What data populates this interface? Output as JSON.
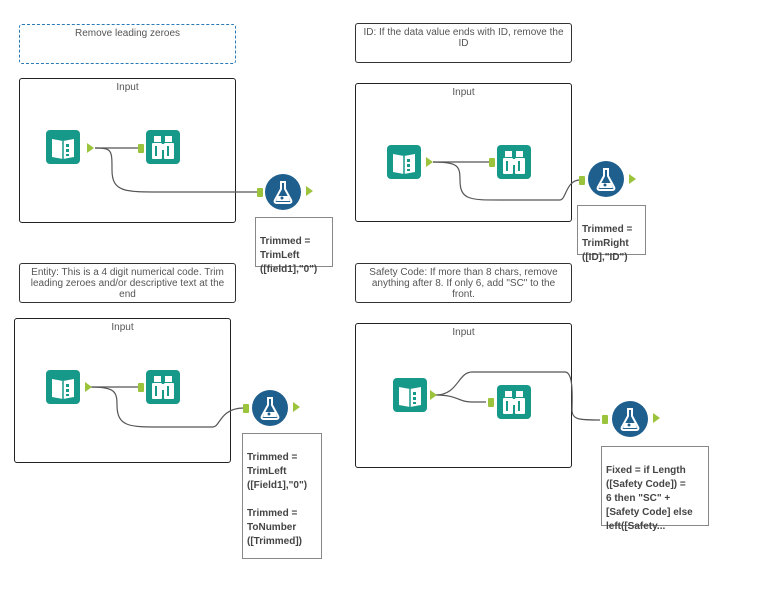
{
  "comments": [
    {
      "text": "Remove leading zeroes"
    },
    {
      "text": "ID: If the data value ends with ID, remove the ID"
    },
    {
      "text": "Entity: This is a 4 digit numerical code. Trim leading zeroes and/or descriptive text at the end"
    },
    {
      "text": "Safety Code: If more than 8 chars, remove anything after 8. If only 6, add \"SC\" to the front."
    }
  ],
  "containers": [
    {
      "title": "Input"
    },
    {
      "title": "Input"
    },
    {
      "title": "Input"
    },
    {
      "title": "Input"
    }
  ],
  "annotations": [
    {
      "text": "Trimmed =\nTrimLeft\n([field1],\"0\")"
    },
    {
      "text": "Trimmed =\nTrimRight\n([ID],\"ID\")"
    },
    {
      "text": "Trimmed =\nTrimLeft\n([Field1],\"0\")\n\nTrimmed =\nToNumber\n([Trimmed])"
    },
    {
      "text": "Fixed = if Length\n([Safety Code]) =\n6 then \"SC\" +\n[Safety Code] else\nleft([Safety..."
    }
  ],
  "colors": {
    "tool_teal": "#17998a",
    "formula_blue": "#1f5f8e",
    "anchor_green": "#9cc33c",
    "selected_border": "#2a7ab8"
  },
  "icons": [
    "input-data-icon",
    "browse-icon",
    "formula-icon"
  ]
}
